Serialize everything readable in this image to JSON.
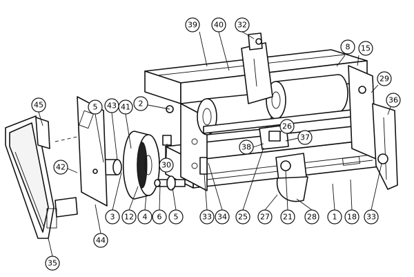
{
  "callouts": [
    {
      "id": "c39",
      "label": "39"
    },
    {
      "id": "c40",
      "label": "40"
    },
    {
      "id": "c32",
      "label": "32"
    },
    {
      "id": "c8",
      "label": "8"
    },
    {
      "id": "c15",
      "label": "15"
    },
    {
      "id": "c29",
      "label": "29"
    },
    {
      "id": "c36",
      "label": "36"
    },
    {
      "id": "c45",
      "label": "45"
    },
    {
      "id": "c5a",
      "label": "5"
    },
    {
      "id": "c43",
      "label": "43"
    },
    {
      "id": "c41",
      "label": "41"
    },
    {
      "id": "c2",
      "label": "2"
    },
    {
      "id": "c26",
      "label": "26"
    },
    {
      "id": "c37",
      "label": "37"
    },
    {
      "id": "c38",
      "label": "38"
    },
    {
      "id": "c30",
      "label": "30"
    },
    {
      "id": "c42",
      "label": "42"
    },
    {
      "id": "c3",
      "label": "3"
    },
    {
      "id": "c12",
      "label": "12"
    },
    {
      "id": "c4",
      "label": "4"
    },
    {
      "id": "c6",
      "label": "6"
    },
    {
      "id": "c5b",
      "label": "5"
    },
    {
      "id": "c33a",
      "label": "33"
    },
    {
      "id": "c34",
      "label": "34"
    },
    {
      "id": "c25",
      "label": "25"
    },
    {
      "id": "c27",
      "label": "27"
    },
    {
      "id": "c21",
      "label": "21"
    },
    {
      "id": "c28",
      "label": "28"
    },
    {
      "id": "c1",
      "label": "1"
    },
    {
      "id": "c18",
      "label": "18"
    },
    {
      "id": "c33b",
      "label": "33"
    },
    {
      "id": "c44",
      "label": "44"
    },
    {
      "id": "c35",
      "label": "35"
    }
  ]
}
